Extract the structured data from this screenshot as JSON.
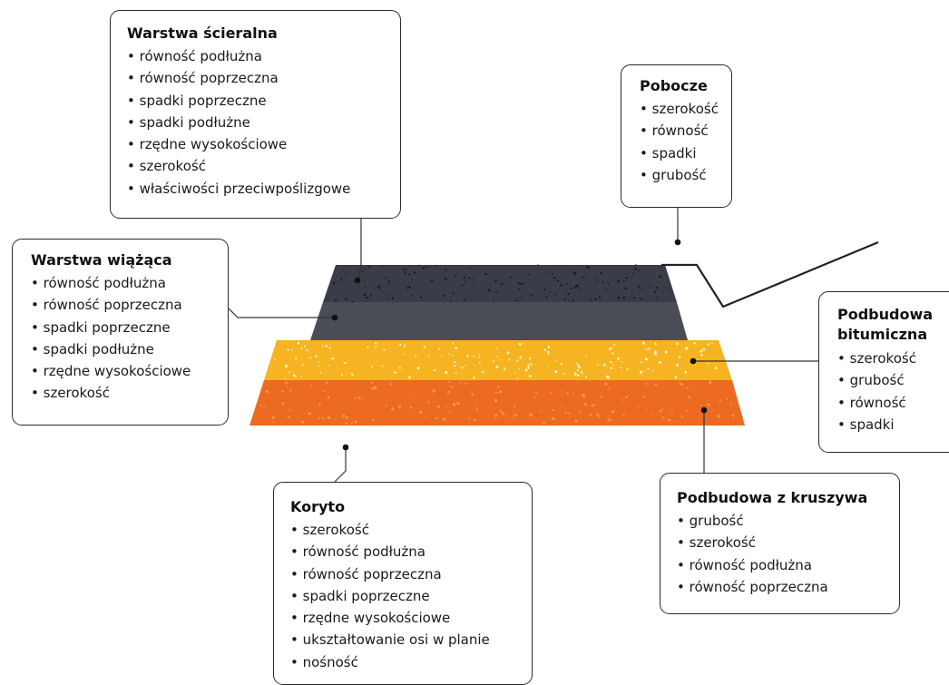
{
  "boxes": {
    "scieralna": {
      "title": "Warstwa ścieralna",
      "items": [
        "równość podłużna",
        "równość poprzeczna",
        "spadki poprzeczne",
        "spadki podłużne",
        "rzędne wysokościowe",
        "szerokość",
        "właściwości przeciwpoślizgowe"
      ]
    },
    "wiazaca": {
      "title": "Warstwa wiążąca",
      "items": [
        "równość podłużna",
        "równość poprzeczna",
        "spadki poprzeczne",
        "spadki podłużne",
        "rzędne wysokościowe",
        "szerokość"
      ]
    },
    "pobocze": {
      "title": "Pobocze",
      "items": [
        "szerokość",
        "równość",
        "spadki",
        "grubość"
      ]
    },
    "bitumiczna": {
      "title": "Podbudowa bitumiczna",
      "items": [
        "szerokość",
        "grubość",
        "równość",
        "spadki"
      ]
    },
    "kruszywa": {
      "title": "Podbudowa z kruszywa",
      "items": [
        "grubość",
        "szerokość",
        "równość podłużna",
        "równość poprzeczna"
      ]
    },
    "koryto": {
      "title": "Koryto",
      "items": [
        "szerokość",
        "równość podłużna",
        "równość poprzeczna",
        "spadki poprzeczne",
        "rzędne wysokościowe",
        "ukształtowanie osi w planie",
        "nośność"
      ]
    }
  },
  "colors": {
    "wearing_course": "#3a3d47",
    "binder_course": "#4a4d55",
    "bituminous_base": "#f6b422",
    "aggregate_base": "#ec6a22",
    "leader_line": "#222222"
  }
}
